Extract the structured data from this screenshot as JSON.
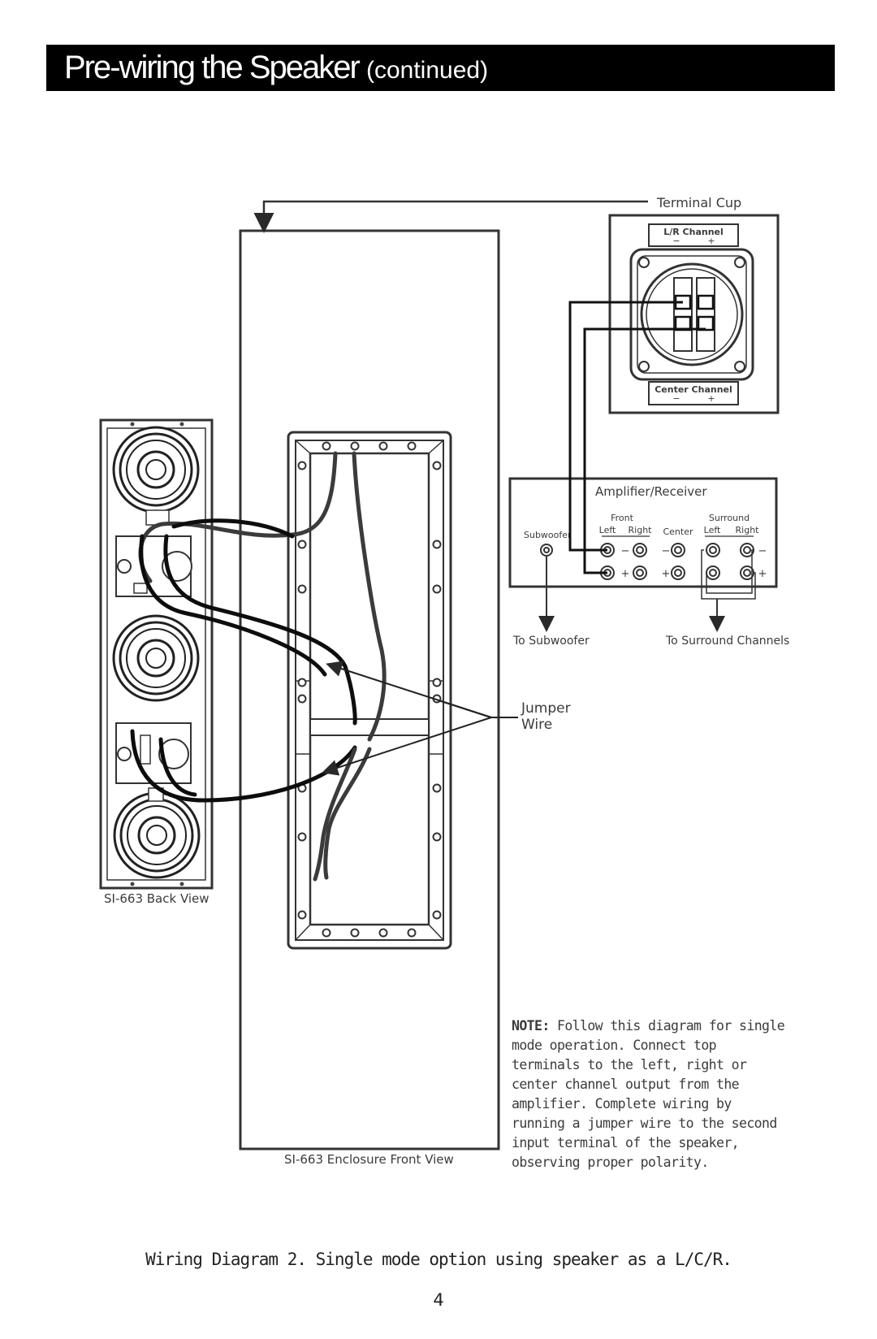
{
  "header": {
    "title": "Pre-wiring the Speaker",
    "subtitle": "(continued)"
  },
  "labels": {
    "terminal_cup": "Terminal Cup",
    "lr_channel": "L/R Channel",
    "center_channel": "Center Channel",
    "minus": "−",
    "plus": "+",
    "amplifier": "Amplifier/Receiver",
    "front": "Front",
    "surround": "Surround",
    "subwoofer": "Subwoofer",
    "left": "Left",
    "right": "Right",
    "center": "Center",
    "to_subwoofer": "To Subwoofer",
    "to_surround": "To Surround Channels",
    "jumper": "Jumper",
    "wire": "Wire",
    "back_view": "SI-663 Back View",
    "front_view": "SI-663 Enclosure Front View"
  },
  "note": {
    "lead": "NOTE:",
    "text": "Follow this diagram for single mode operation. Connect top terminals to the left, right or center channel output from the amplifier. Complete wiring by running a jumper wire to the second input terminal of the speaker, observing proper polarity."
  },
  "caption": "Wiring Diagram 2.  Single mode option using speaker as a L/C/R.",
  "page_number": "4"
}
